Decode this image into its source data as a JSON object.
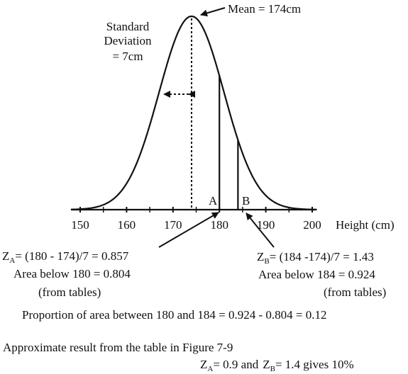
{
  "colors": {
    "ink": "#111111",
    "background": "#ffffff"
  },
  "diagram": {
    "mean": 174,
    "sd": 7,
    "shaded_bounds": [
      180,
      184
    ],
    "axis_ticks": [
      "150",
      "160",
      "170",
      "180",
      "190",
      "200"
    ],
    "axis_label": "Height (cm)",
    "mean_label": "Mean = 174cm",
    "sd_label_lines": [
      "Standard",
      "Deviation",
      "= 7cm"
    ],
    "marker_a": "A",
    "marker_b": "B"
  },
  "calc_a": {
    "z_main": "Z",
    "z_sub": "A",
    "z_expr": "= (180 - 174)/7 = 0.857",
    "area": "Area below 180 = 0.804",
    "source": "(from tables)"
  },
  "calc_b": {
    "z_main": "Z",
    "z_sub": "B",
    "z_expr": "= (184 -174)/7 = 1.43",
    "area": "Area below 184 = 0.924",
    "source": "(from tables)"
  },
  "proportion": "Proportion of area between 180 and 184 = 0.924 - 0.804 = 0.12",
  "approx": {
    "heading": "Approximate result from the table in Figure 7-9",
    "za_main": "Z",
    "za_sub": "A",
    "za_value": "= 0.9 and",
    "zb_main": "Z",
    "zb_sub": "B",
    "zb_value": "= 1.4 gives 10%"
  }
}
